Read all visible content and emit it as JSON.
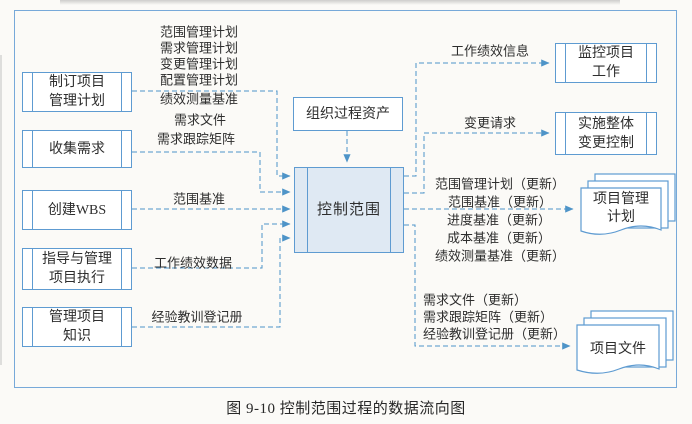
{
  "colors": {
    "line_blue": "#4e94c8",
    "box_border": "#5e9bd1",
    "center_fill": "#dfe9f3",
    "text": "#2e2e2e"
  },
  "caption": "图 9-10  控制范围过程的数据流向图",
  "process_boxes": {
    "develop_pm_plan": {
      "label": "制订项目\n管理计划"
    },
    "collect_requirements": {
      "label": "收集需求"
    },
    "create_wbs": {
      "label": "创建WBS"
    },
    "direct_manage_work": {
      "label": "指导与管理\n项目执行"
    },
    "manage_knowledge": {
      "label": "管理项目\n知识"
    },
    "opa": {
      "label": "组织过程资产"
    },
    "control_scope": {
      "label": "控制范围"
    },
    "monitor_work": {
      "label": "监控项目\n工作"
    },
    "perform_icc": {
      "label": "实施整体\n变更控制"
    }
  },
  "data_stores": {
    "pm_plan": {
      "label": "项目管理\n计划"
    },
    "project_documents": {
      "label": "项目文件"
    }
  },
  "flow_labels": {
    "inputs": {
      "scope_management_plan": "范围管理计划",
      "requirements_management_plan": "需求管理计划",
      "change_management_plan": "变更管理计划",
      "configuration_management_plan": "配置管理计划",
      "performance_measurement_baseline": "绩效测量基准",
      "requirements_documentation": "需求文件",
      "requirements_traceability_matrix": "需求跟踪矩阵",
      "scope_baseline": "范围基准",
      "work_performance_data": "工作绩效数据",
      "lessons_learned_register": "经验教训登记册"
    },
    "outputs": {
      "work_performance_information": "工作绩效信息",
      "change_requests": "变更请求",
      "scope_management_plan_update": "范围管理计划（更新）",
      "scope_baseline_update": "范围基准（更新）",
      "schedule_baseline_update": "进度基准（更新）",
      "cost_baseline_update": "成本基准（更新）",
      "performance_measurement_baseline_update": "绩效测量基准（更新）",
      "requirements_documentation_update": "需求文件（更新）",
      "requirements_traceability_matrix_update": "需求跟踪矩阵（更新）",
      "lessons_learned_register_update": "经验教训登记册（更新）"
    }
  }
}
